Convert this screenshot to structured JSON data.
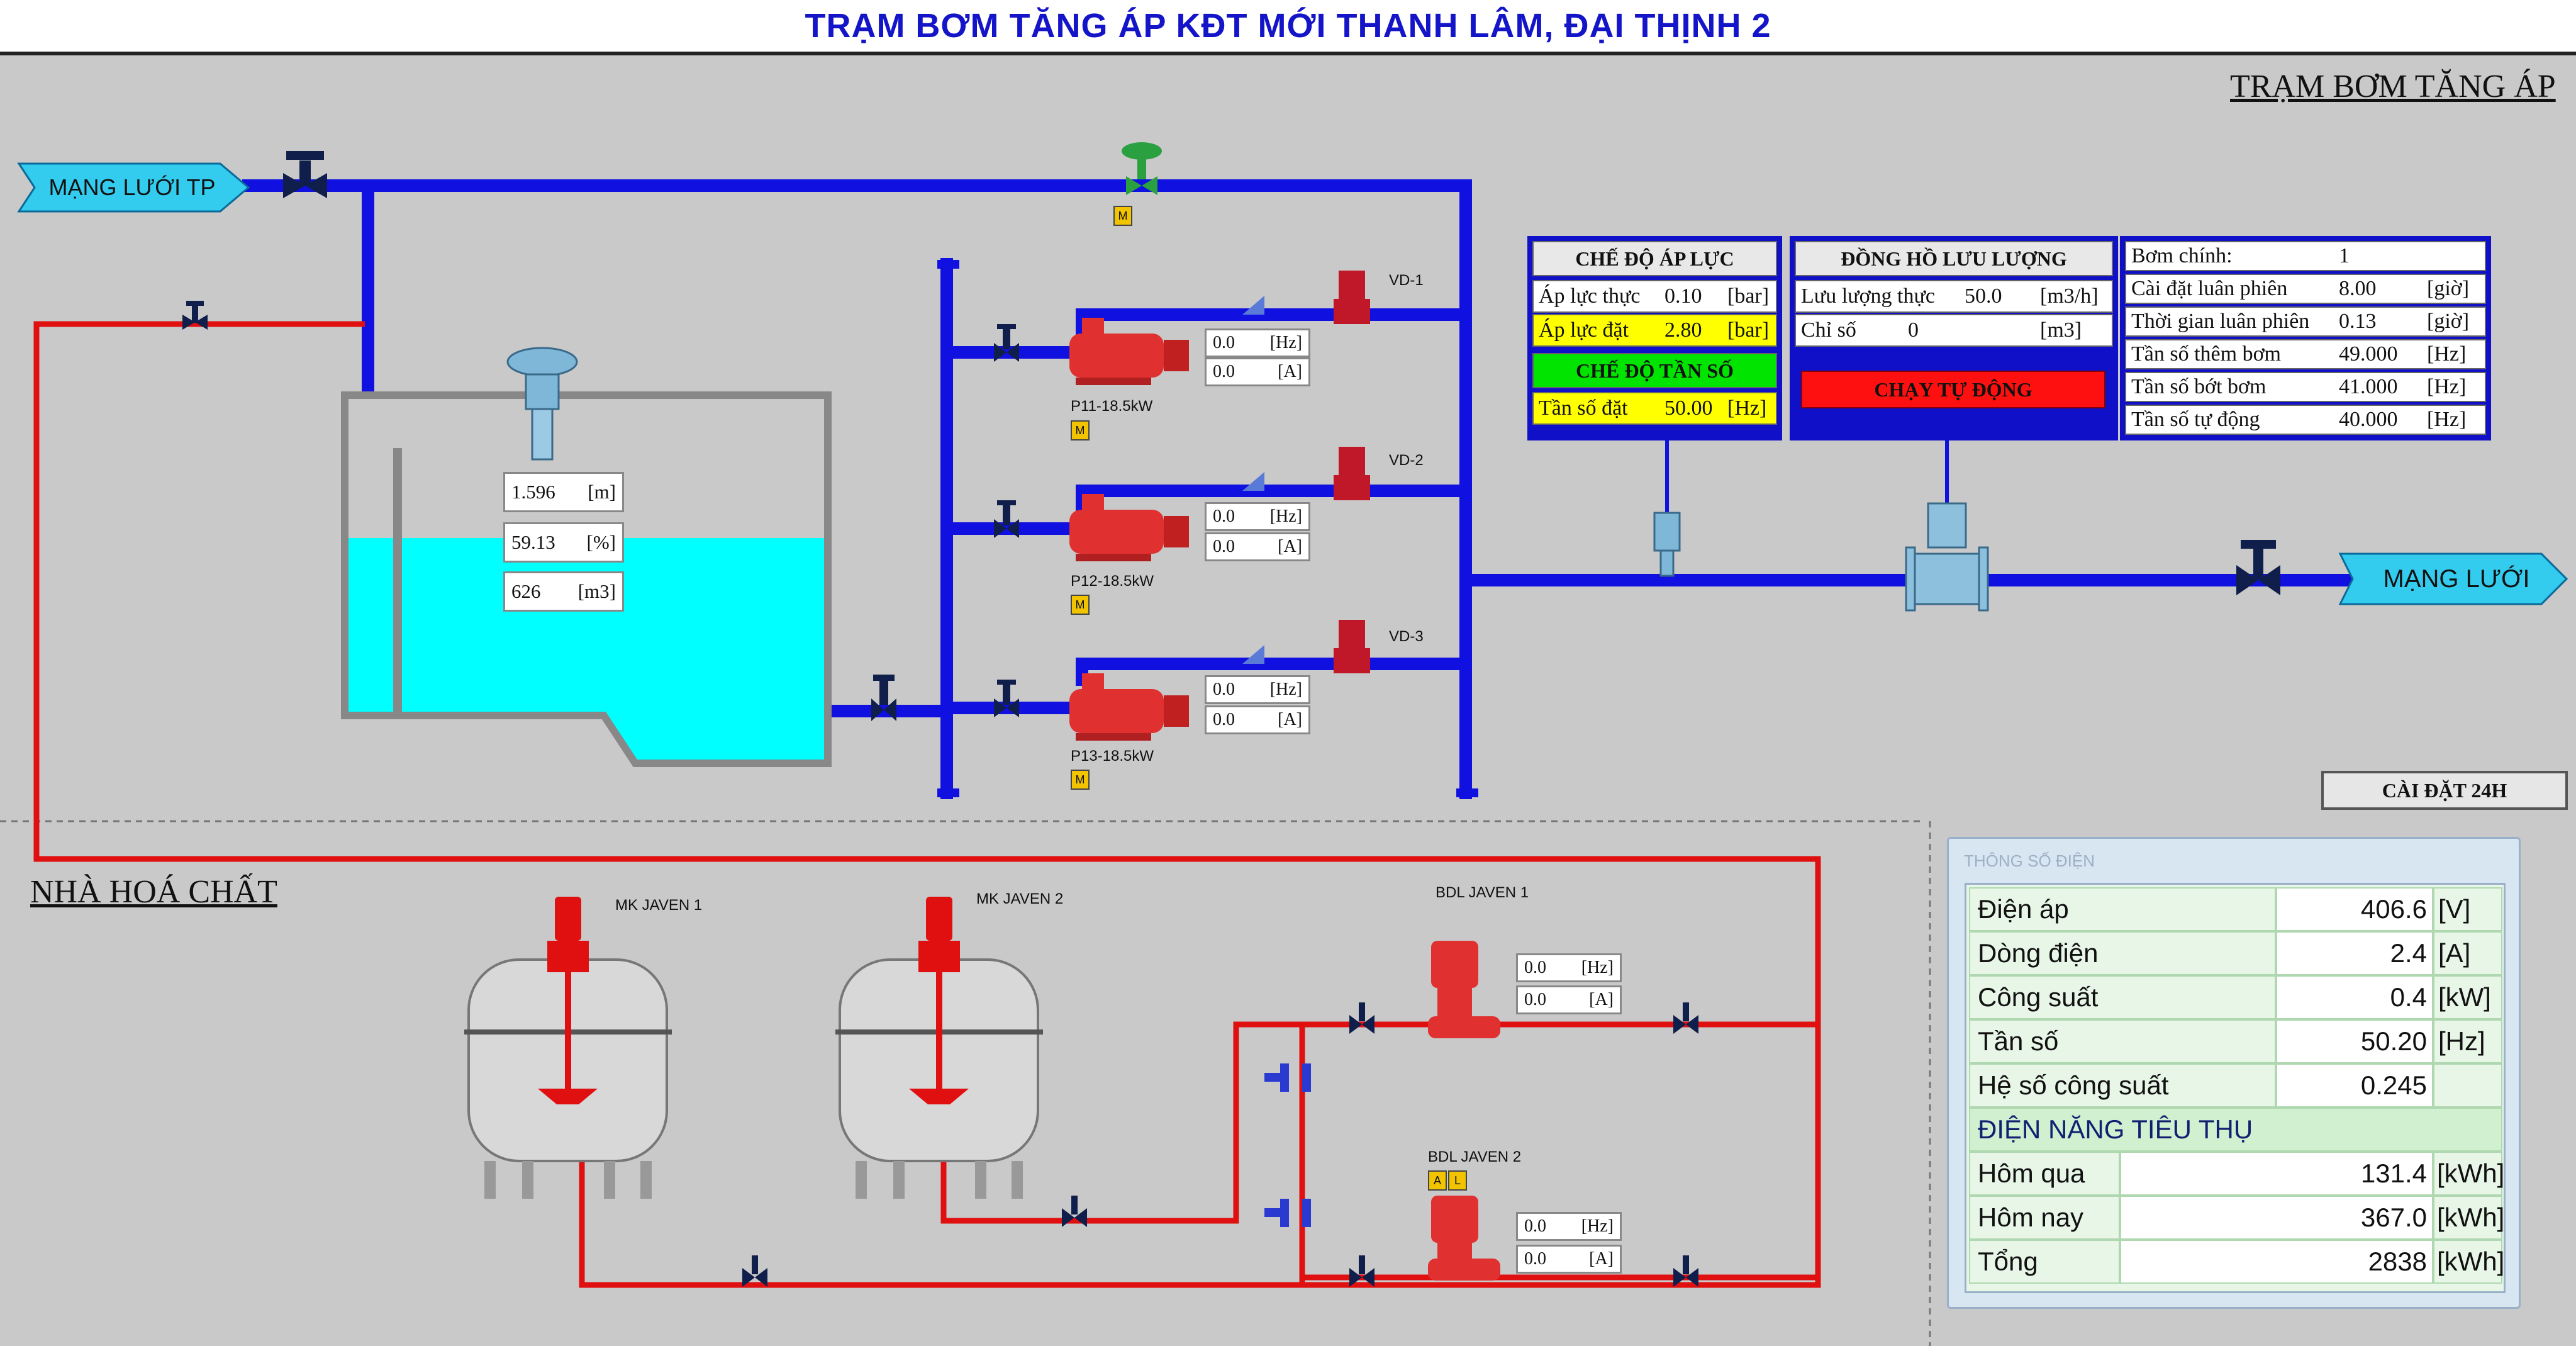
{
  "title": "TRẠM BƠM TĂNG ÁP KĐT MỚI THANH LÂM, ĐẠI THỊNH 2",
  "station_label": "TRẠM BƠM TĂNG ÁP",
  "chem_label": "NHÀ HOÁ CHẤT",
  "inlet_label": "MẠNG LƯỚI TP",
  "outlet_label": "MẠNG LƯỚI",
  "tank": {
    "level": "1.596",
    "level_unit": "[m]",
    "percent": "59.13",
    "percent_unit": "[%]",
    "volume": "626",
    "volume_unit": "[m3]",
    "fill_percent": 59.13
  },
  "pumps": [
    {
      "name": "P11-18.5kW",
      "valve": "VD-1",
      "hz": "0.0",
      "hz_unit": "[Hz]",
      "a": "0.0",
      "a_unit": "[A]"
    },
    {
      "name": "P12-18.5kW",
      "valve": "VD-2",
      "hz": "0.0",
      "hz_unit": "[Hz]",
      "a": "0.0",
      "a_unit": "[A]"
    },
    {
      "name": "P13-18.5kW",
      "valve": "VD-3",
      "hz": "0.0",
      "hz_unit": "[Hz]",
      "a": "0.0",
      "a_unit": "[A]"
    }
  ],
  "m_badge": "M",
  "pressure_panel": {
    "header": "CHẾ ĐỘ ÁP LỰC",
    "actual_label": "Áp lực thực",
    "actual_value": "0.10",
    "actual_unit": "[bar]",
    "set_label": "Áp lực đặt",
    "set_value": "2.80",
    "set_unit": "[bar]",
    "freq_header": "CHẾ ĐỘ TẦN SỐ",
    "freq_label": "Tần số đặt",
    "freq_value": "50.00",
    "freq_unit": "[Hz]"
  },
  "flow_panel": {
    "header": "ĐỒNG HỒ LƯU LƯỢNG",
    "flow_label": "Lưu lượng thực",
    "flow_value": "50.0",
    "flow_unit": "[m3/h]",
    "count_label": "Chỉ số",
    "count_value": "0",
    "count_unit": "[m3]",
    "auto_button": "CHẠY TỰ ĐỘNG"
  },
  "settings_panel": [
    {
      "label": "Bơm chính:",
      "value": "1",
      "unit": ""
    },
    {
      "label": "Cài đặt luân phiên",
      "value": "8.00",
      "unit": "[giờ]"
    },
    {
      "label": "Thời gian luân phiên",
      "value": "0.13",
      "unit": "[giờ]"
    },
    {
      "label": "Tần số thêm bơm",
      "value": "49.000",
      "unit": "[Hz]"
    },
    {
      "label": "Tần số bớt bơm",
      "value": "41.000",
      "unit": "[Hz]"
    },
    {
      "label": "Tần số tự động",
      "value": "40.000",
      "unit": "[Hz]"
    }
  ],
  "setting_24h_button": "CÀI ĐẶT 24H",
  "chem": {
    "mixer1": "MK JAVEN 1",
    "mixer2": "MK JAVEN 2",
    "dosing1": {
      "name": "BDL JAVEN 1",
      "hz": "0.0",
      "hz_unit": "[Hz]",
      "a": "0.0",
      "a_unit": "[A]"
    },
    "dosing2": {
      "name": "BDL JAVEN 2",
      "hz": "0.0",
      "hz_unit": "[Hz]",
      "a": "0.0",
      "a_unit": "[A]",
      "badge_a": "A",
      "badge_l": "L"
    }
  },
  "electric": {
    "panel_title": "THÔNG SỐ ĐIỆN",
    "rows": [
      {
        "label": "Điện áp",
        "value": "406.6",
        "unit": "[V]"
      },
      {
        "label": "Dòng điện",
        "value": "2.4",
        "unit": "[A]"
      },
      {
        "label": "Công suất",
        "value": "0.4",
        "unit": "[kW]"
      },
      {
        "label": "Tần số",
        "value": "50.20",
        "unit": "[Hz]"
      },
      {
        "label": "Hệ số công suất",
        "value": "0.245",
        "unit": ""
      }
    ],
    "energy_header": "ĐIỆN NĂNG TIÊU THỤ",
    "energy_rows": [
      {
        "label": "Hôm qua",
        "value": "131.4",
        "unit": "[kWh]"
      },
      {
        "label": "Hôm nay",
        "value": "367.0",
        "unit": "[kWh]"
      },
      {
        "label": "Tổng",
        "value": "2838",
        "unit": "[kWh]"
      }
    ]
  },
  "colors": {
    "water_pipe": "#1010e0",
    "chem_pipe": "#e01010",
    "water": "#00ffff",
    "pump": "#e03030"
  }
}
